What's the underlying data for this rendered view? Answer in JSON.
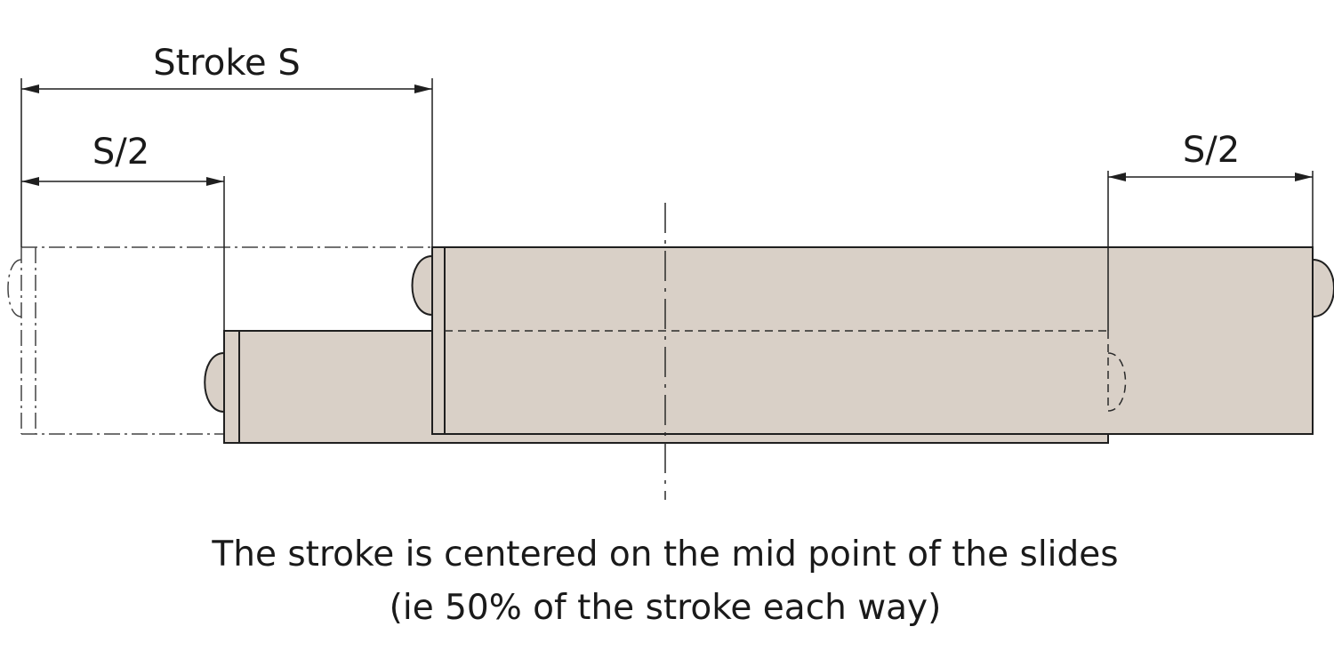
{
  "labels": {
    "stroke": "Stroke S",
    "half_left": "S/2",
    "half_right": "S/2"
  },
  "caption": {
    "line1": "The stroke is centered on the mid point of the slides",
    "line2": "(ie 50% of the stroke each way)"
  },
  "colors": {
    "slide_fill": "#d9d0c7",
    "line": "#1f1f1f"
  }
}
